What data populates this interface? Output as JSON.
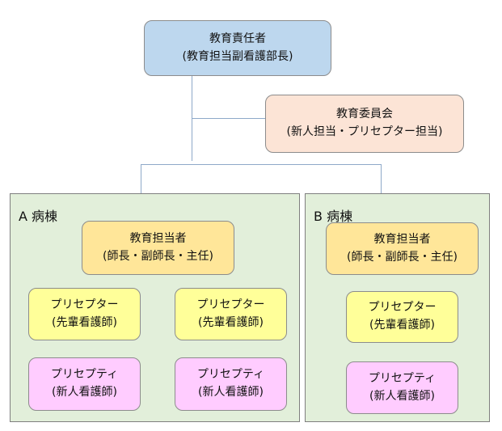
{
  "top": {
    "title": "教育責任者",
    "role": "(教育担当副看護部長)"
  },
  "committee": {
    "title": "教育委員会",
    "role": "(新人担当・プリセプター担当)"
  },
  "ward_a": {
    "label": "A 病棟",
    "lead": {
      "title": "教育担当者",
      "role": "(師長・副師長・主任)"
    },
    "preceptors": [
      {
        "title": "プリセプター",
        "role": "(先輩看護師)"
      },
      {
        "title": "プリセプター",
        "role": "(先輩看護師)"
      }
    ],
    "preceptees": [
      {
        "title": "プリセプティ",
        "role": "(新人看護師)"
      },
      {
        "title": "プリセプティ",
        "role": "(新人看護師)"
      }
    ]
  },
  "ward_b": {
    "label": "B 病棟",
    "lead": {
      "title": "教育担当者",
      "role": "(師長・副師長・主任)"
    },
    "preceptor": {
      "title": "プリセプター",
      "role": "(先輩看護師)"
    },
    "preceptee": {
      "title": "プリセプティ",
      "role": "(新人看護師)"
    }
  },
  "colors": {
    "top": "#bdd7ee",
    "committee": "#fce4d6",
    "lead": "#ffe699",
    "preceptor": "#ffff99",
    "preceptee": "#ffccff",
    "ward": "#e2efda",
    "connector": "#8ea9c9"
  }
}
